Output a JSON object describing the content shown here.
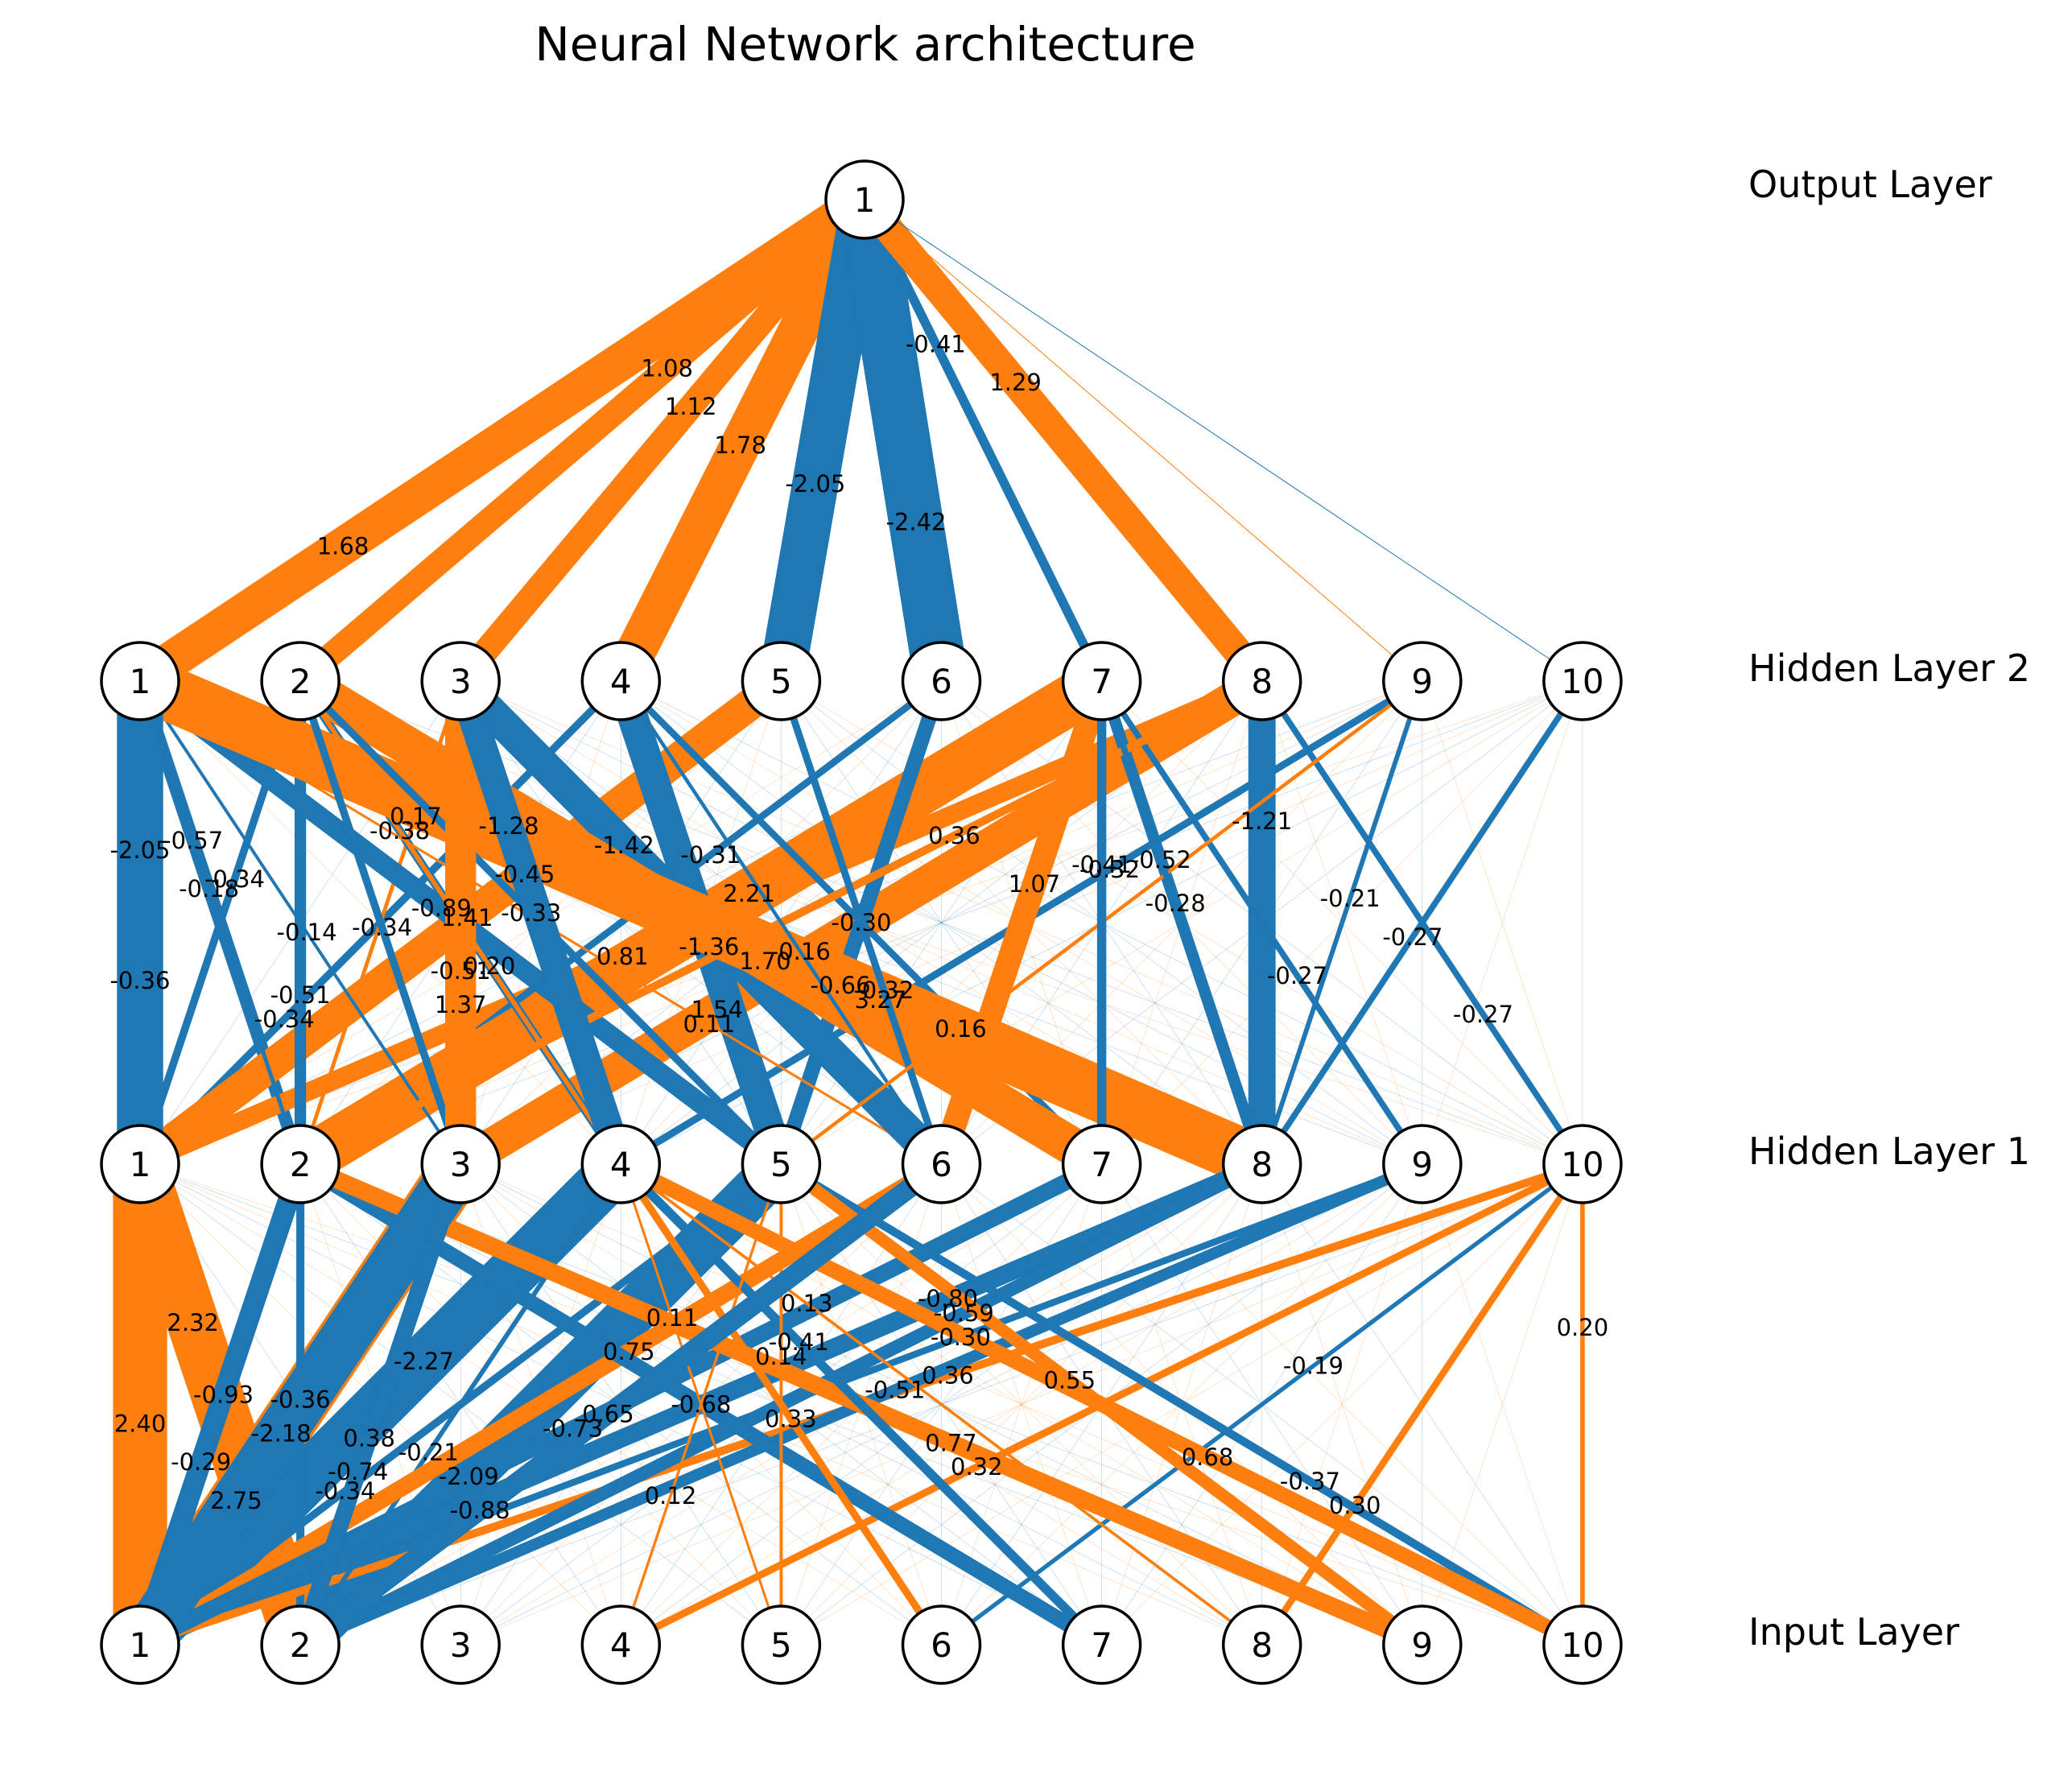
{
  "title": "Neural Network architecture",
  "colors": {
    "positive": "#ff7f0e",
    "negative": "#1f77b4"
  },
  "layers": [
    {
      "label": "Input Layer",
      "nodes": [
        "1",
        "2",
        "3",
        "4",
        "5",
        "6",
        "7",
        "8",
        "9",
        "10"
      ]
    },
    {
      "label": "Hidden Layer 1",
      "nodes": [
        "1",
        "2",
        "3",
        "4",
        "5",
        "6",
        "7",
        "8",
        "9",
        "10"
      ]
    },
    {
      "label": "Hidden Layer 2",
      "nodes": [
        "1",
        "2",
        "3",
        "4",
        "5",
        "6",
        "7",
        "8",
        "9",
        "10"
      ]
    },
    {
      "label": "Output Layer",
      "nodes": [
        "1"
      ]
    }
  ],
  "connections": [
    {
      "from": [
        2,
        1
      ],
      "to": [
        3,
        1
      ],
      "weight": 1.68,
      "label": "1.68"
    },
    {
      "from": [
        2,
        2
      ],
      "to": [
        3,
        1
      ],
      "weight": 1.08,
      "label": "1.08"
    },
    {
      "from": [
        2,
        3
      ],
      "to": [
        3,
        1
      ],
      "weight": 1.12,
      "label": "1.12"
    },
    {
      "from": [
        2,
        4
      ],
      "to": [
        3,
        1
      ],
      "weight": 1.78,
      "label": "1.78"
    },
    {
      "from": [
        2,
        5
      ],
      "to": [
        3,
        1
      ],
      "weight": -2.05,
      "label": "-2.05"
    },
    {
      "from": [
        2,
        6
      ],
      "to": [
        3,
        1
      ],
      "weight": -2.42,
      "label": "-2.42"
    },
    {
      "from": [
        2,
        7
      ],
      "to": [
        3,
        1
      ],
      "weight": -0.41,
      "label": "-0.41"
    },
    {
      "from": [
        2,
        8
      ],
      "to": [
        3,
        1
      ],
      "weight": 1.29,
      "label": "1.29"
    },
    {
      "from": [
        2,
        9
      ],
      "to": [
        3,
        1
      ],
      "weight": 0.02,
      "label": ""
    },
    {
      "from": [
        2,
        10
      ],
      "to": [
        3,
        1
      ],
      "weight": -0.02,
      "label": ""
    },
    {
      "from": [
        1,
        1
      ],
      "to": [
        2,
        1
      ],
      "weight": -0.36,
      "label": "-0.36"
    },
    {
      "from": [
        1,
        1
      ],
      "to": [
        2,
        4
      ],
      "weight": -0.34,
      "label": "-0.34"
    },
    {
      "from": [
        1,
        2
      ],
      "to": [
        2,
        1
      ],
      "weight": -0.57,
      "label": "-0.57"
    },
    {
      "from": [
        1,
        1
      ],
      "to": [
        2,
        2
      ],
      "weight": -0.34,
      "label": "-0.34"
    },
    {
      "from": [
        1,
        1
      ],
      "to": [
        2,
        5
      ],
      "weight": 1.41,
      "label": "1.41"
    },
    {
      "from": [
        1,
        1
      ],
      "to": [
        2,
        8
      ],
      "weight": 0.81,
      "label": "0.81"
    },
    {
      "from": [
        1,
        2
      ],
      "to": [
        2,
        2
      ],
      "weight": -0.51,
      "label": "-0.51"
    },
    {
      "from": [
        1,
        2
      ],
      "to": [
        2,
        3
      ],
      "weight": 0.17,
      "label": "0.17"
    },
    {
      "from": [
        1,
        2
      ],
      "to": [
        2,
        6
      ],
      "weight": -0.31,
      "label": "-0.31"
    },
    {
      "from": [
        1,
        2
      ],
      "to": [
        2,
        7
      ],
      "weight": 2.21,
      "label": "2.21"
    },
    {
      "from": [
        1,
        3
      ],
      "to": [
        2,
        1
      ],
      "weight": -0.14,
      "label": "-0.14"
    },
    {
      "from": [
        1,
        3
      ],
      "to": [
        2,
        3
      ],
      "weight": -0.51,
      "label": "-0.51"
    },
    {
      "from": [
        1,
        3
      ],
      "to": [
        2,
        8
      ],
      "weight": 1.54,
      "label": "1.54"
    },
    {
      "from": [
        1,
        4
      ],
      "to": [
        2,
        2
      ],
      "weight": -0.38,
      "label": "-0.38"
    },
    {
      "from": [
        1,
        4
      ],
      "to": [
        2,
        9
      ],
      "weight": -0.32,
      "label": "-0.32"
    },
    {
      "from": [
        1,
        5
      ],
      "to": [
        2,
        1
      ],
      "weight": -0.89,
      "label": "-0.89"
    },
    {
      "from": [
        1,
        5
      ],
      "to": [
        2,
        4
      ],
      "weight": -1.36,
      "label": "-1.36"
    },
    {
      "from": [
        1,
        5
      ],
      "to": [
        2,
        6
      ],
      "weight": -0.66,
      "label": "-0.66"
    },
    {
      "from": [
        1,
        6
      ],
      "to": [
        2,
        1
      ],
      "weight": 0.11,
      "label": "0.11"
    },
    {
      "from": [
        1,
        6
      ],
      "to": [
        2,
        3
      ],
      "weight": -1.42,
      "label": "-1.42"
    },
    {
      "from": [
        1,
        6
      ],
      "to": [
        2,
        7
      ],
      "weight": 1.07,
      "label": "1.07"
    },
    {
      "from": [
        1,
        7
      ],
      "to": [
        2,
        4
      ],
      "weight": -0.3,
      "label": "-0.30"
    },
    {
      "from": [
        1,
        7
      ],
      "to": [
        2,
        2
      ],
      "weight": 1.7,
      "label": "1.70"
    },
    {
      "from": [
        1,
        8
      ],
      "to": [
        2,
        1
      ],
      "weight": 3.27,
      "label": "3.27"
    },
    {
      "from": [
        1,
        8
      ],
      "to": [
        2,
        8
      ],
      "weight": -1.21,
      "label": "-1.21"
    },
    {
      "from": [
        1,
        8
      ],
      "to": [
        2,
        7
      ],
      "weight": -0.52,
      "label": "-0.52"
    },
    {
      "from": [
        1,
        8
      ],
      "to": [
        2,
        9
      ],
      "weight": -0.21,
      "label": "-0.21"
    },
    {
      "from": [
        1,
        8
      ],
      "to": [
        2,
        10
      ],
      "weight": -0.27,
      "label": "-0.27"
    },
    {
      "from": [
        1,
        9
      ],
      "to": [
        2,
        7
      ],
      "weight": -0.27,
      "label": "-0.27"
    },
    {
      "from": [
        1,
        10
      ],
      "to": [
        2,
        8
      ],
      "weight": -0.27,
      "label": "-0.27"
    },
    {
      "from": [
        1,
        2
      ],
      "to": [
        2,
        8
      ],
      "weight": 0.36,
      "label": "0.36"
    },
    {
      "from": [
        1,
        4
      ],
      "to": [
        2,
        3
      ],
      "weight": -0.45,
      "label": "-0.45"
    },
    {
      "from": [
        1,
        5
      ],
      "to": [
        2,
        2
      ],
      "weight": -0.33,
      "label": "-0.33"
    },
    {
      "from": [
        1,
        6
      ],
      "to": [
        2,
        4
      ],
      "weight": -0.16,
      "label": "-0.16"
    },
    {
      "from": [
        1,
        6
      ],
      "to": [
        2,
        5
      ],
      "weight": -0.32,
      "label": "-0.32"
    },
    {
      "from": [
        1,
        5
      ],
      "to": [
        2,
        9
      ],
      "weight": 0.16,
      "label": "0.16"
    },
    {
      "from": [
        1,
        1
      ],
      "to": [
        2,
        1
      ],
      "weight": -2.05,
      "label": "-2.05"
    },
    {
      "from": [
        1,
        2
      ],
      "to": [
        2,
        1
      ],
      "weight": -0.18,
      "label": "-0.18"
    },
    {
      "from": [
        1,
        3
      ],
      "to": [
        2,
        2
      ],
      "weight": -0.34,
      "label": "-0.34"
    },
    {
      "from": [
        1,
        4
      ],
      "to": [
        2,
        2
      ],
      "weight": 0.2,
      "label": "0.20"
    },
    {
      "from": [
        1,
        3
      ],
      "to": [
        2,
        3
      ],
      "weight": 1.37,
      "label": "1.37"
    },
    {
      "from": [
        1,
        4
      ],
      "to": [
        2,
        3
      ],
      "weight": -1.28,
      "label": "-1.28"
    },
    {
      "from": [
        1,
        7
      ],
      "to": [
        2,
        7
      ],
      "weight": -0.41,
      "label": "-0.41"
    },
    {
      "from": [
        1,
        8
      ],
      "to": [
        2,
        7
      ],
      "weight": -0.28,
      "label": "-0.28"
    },
    {
      "from": [
        0,
        1
      ],
      "to": [
        1,
        1
      ],
      "weight": 2.4,
      "label": "2.40"
    },
    {
      "from": [
        0,
        1
      ],
      "to": [
        1,
        2
      ],
      "weight": -0.29,
      "label": "-0.29"
    },
    {
      "from": [
        0,
        1
      ],
      "to": [
        1,
        3
      ],
      "weight": 2.75,
      "label": "2.75"
    },
    {
      "from": [
        0,
        2
      ],
      "to": [
        1,
        1
      ],
      "weight": 2.32,
      "label": "2.32"
    },
    {
      "from": [
        0,
        1
      ],
      "to": [
        1,
        4
      ],
      "weight": -2.27,
      "label": "-2.27"
    },
    {
      "from": [
        0,
        2
      ],
      "to": [
        1,
        2
      ],
      "weight": -0.36,
      "label": "-0.36"
    },
    {
      "from": [
        0,
        2
      ],
      "to": [
        1,
        3
      ],
      "weight": 0.38,
      "label": "0.38"
    },
    {
      "from": [
        0,
        2
      ],
      "to": [
        1,
        5
      ],
      "weight": -2.09,
      "label": "-2.09"
    },
    {
      "from": [
        0,
        1
      ],
      "to": [
        1,
        8
      ],
      "weight": -0.8,
      "label": "-0.80"
    },
    {
      "from": [
        0,
        1
      ],
      "to": [
        1,
        9
      ],
      "weight": -0.3,
      "label": "-0.30"
    },
    {
      "from": [
        0,
        1
      ],
      "to": [
        1,
        10
      ],
      "weight": 0.36,
      "label": "0.36"
    },
    {
      "from": [
        0,
        2
      ],
      "to": [
        1,
        6
      ],
      "weight": 0.65,
      "label": "0.65"
    },
    {
      "from": [
        0,
        2
      ],
      "to": [
        1,
        4
      ],
      "weight": -0.21,
      "label": "-0.21"
    },
    {
      "from": [
        0,
        1
      ],
      "to": [
        1,
        5
      ],
      "weight": -0.34,
      "label": "-0.34"
    },
    {
      "from": [
        0,
        2
      ],
      "to": [
        1,
        8
      ],
      "weight": -0.59,
      "label": "-0.59"
    },
    {
      "from": [
        0,
        1
      ],
      "to": [
        1,
        6
      ],
      "weight": 0.75,
      "label": "0.75"
    },
    {
      "from": [
        0,
        2
      ],
      "to": [
        1,
        9
      ],
      "weight": -0.51,
      "label": "-0.51"
    },
    {
      "from": [
        0,
        1
      ],
      "to": [
        1,
        7
      ],
      "weight": -0.73,
      "label": "-0.73"
    },
    {
      "from": [
        0,
        4
      ],
      "to": [
        1,
        10
      ],
      "weight": 0.32,
      "label": "0.32"
    },
    {
      "from": [
        0,
        8
      ],
      "to": [
        1,
        10
      ],
      "weight": 0.3,
      "label": "0.30"
    },
    {
      "from": [
        0,
        10
      ],
      "to": [
        1,
        10
      ],
      "weight": 0.2,
      "label": "0.20"
    },
    {
      "from": [
        0,
        6
      ],
      "to": [
        1,
        10
      ],
      "weight": -0.19,
      "label": "-0.19"
    },
    {
      "from": [
        0,
        7
      ],
      "to": [
        1,
        2
      ],
      "weight": -0.68,
      "label": "-0.68"
    },
    {
      "from": [
        0,
        9
      ],
      "to": [
        1,
        2
      ],
      "weight": 0.77,
      "label": "0.77"
    },
    {
      "from": [
        0,
        10
      ],
      "to": [
        1,
        5
      ],
      "weight": -0.37,
      "label": "-0.37"
    },
    {
      "from": [
        0,
        8
      ],
      "to": [
        1,
        4
      ],
      "weight": 0.13,
      "label": "0.13"
    },
    {
      "from": [
        0,
        7
      ],
      "to": [
        1,
        4
      ],
      "weight": -0.41,
      "label": "-0.41"
    },
    {
      "from": [
        0,
        9
      ],
      "to": [
        1,
        5
      ],
      "weight": 0.55,
      "label": "0.55"
    },
    {
      "from": [
        0,
        6
      ],
      "to": [
        1,
        4
      ],
      "weight": 0.33,
      "label": "0.33"
    },
    {
      "from": [
        0,
        10
      ],
      "to": [
        1,
        4
      ],
      "weight": 0.68,
      "label": "0.68"
    },
    {
      "from": [
        0,
        4
      ],
      "to": [
        1,
        5
      ],
      "weight": 0.12,
      "label": "0.12"
    },
    {
      "from": [
        0,
        5
      ],
      "to": [
        1,
        4
      ],
      "weight": 0.11,
      "label": "0.11"
    },
    {
      "from": [
        0,
        5
      ],
      "to": [
        1,
        5
      ],
      "weight": 0.14,
      "label": "0.14"
    },
    {
      "from": [
        0,
        1
      ],
      "to": [
        1,
        2
      ],
      "weight": -0.93,
      "label": "-0.93"
    },
    {
      "from": [
        0,
        1
      ],
      "to": [
        1,
        3
      ],
      "weight": -2.18,
      "label": "-2.18"
    },
    {
      "from": [
        0,
        2
      ],
      "to": [
        1,
        3
      ],
      "weight": -0.74,
      "label": "-0.74"
    },
    {
      "from": [
        0,
        2
      ],
      "to": [
        1,
        6
      ],
      "weight": -0.88,
      "label": "-0.88"
    }
  ]
}
